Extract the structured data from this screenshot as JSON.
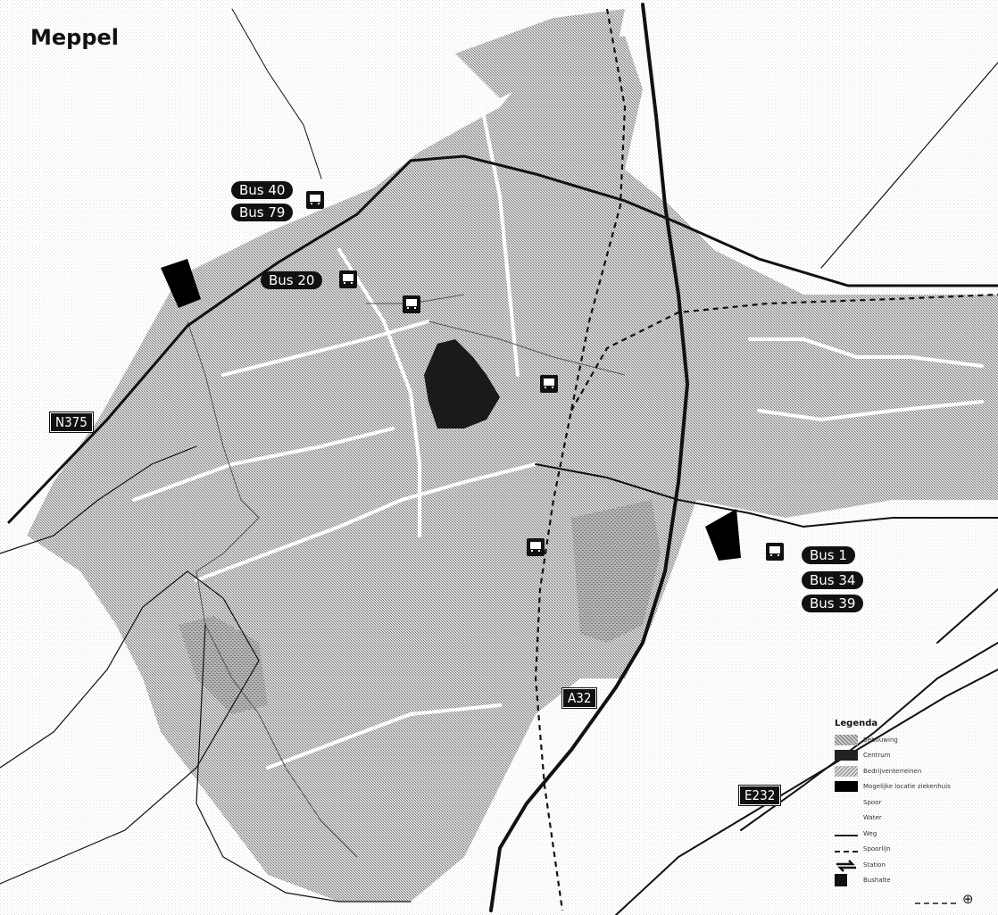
{
  "map": {
    "title": "Meppel",
    "road_labels": [
      "N375",
      "A32",
      "E232"
    ],
    "bus_labels": {
      "north_1": "Bus 40",
      "north_2": "Bus 79",
      "west": "Bus 20",
      "east_1": "Bus 1",
      "east_2": "Bus 34",
      "east_3": "Bus 39"
    },
    "colors": {
      "built_area": "#bdbdbd",
      "dark_area": "#1a1a1a",
      "road": "#111111",
      "background": "#ffffff"
    }
  },
  "legend": {
    "title": "Legenda",
    "items": [
      {
        "symbol": "hatch",
        "label": "Bebouwing"
      },
      {
        "symbol": "dark",
        "label": "Centrum"
      },
      {
        "symbol": "hatch2",
        "label": "Bedrijventerreinen"
      },
      {
        "symbol": "black",
        "label": "Mogelijke locatie ziekenhuis"
      },
      {
        "symbol": "none",
        "label": "Spoor"
      },
      {
        "symbol": "none",
        "label": "Water"
      },
      {
        "symbol": "line",
        "label": "Weg"
      },
      {
        "symbol": "dash",
        "label": "Spoorlijn"
      },
      {
        "symbol": "station",
        "label": "Station"
      },
      {
        "symbol": "bus",
        "label": "Bushalte"
      }
    ]
  }
}
